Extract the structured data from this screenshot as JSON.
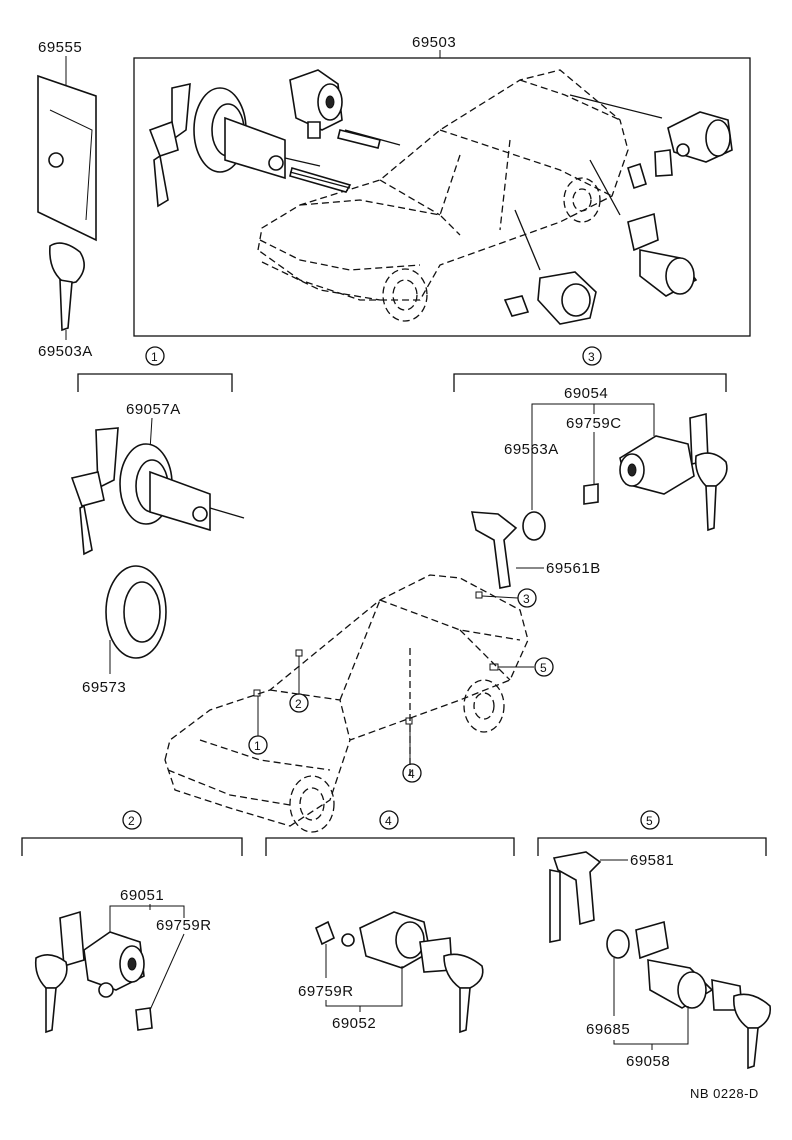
{
  "diagram": {
    "footer_code": "NB 0228-D",
    "labels": {
      "p69555": "69555",
      "p69503": "69503",
      "p69503A": "69503A",
      "p69057A": "69057A",
      "p69573": "69573",
      "p69054": "69054",
      "p69759C": "69759C",
      "p69563A": "69563A",
      "p69561B": "69561B",
      "p69051": "69051",
      "p69759R_a": "69759R",
      "p69759R_b": "69759R",
      "p69052": "69052",
      "p69581": "69581",
      "p69685": "69685",
      "p69058": "69058"
    },
    "callouts": {
      "c1": "1",
      "c2": "2",
      "c3": "3",
      "c4": "4",
      "c5": "5"
    }
  }
}
